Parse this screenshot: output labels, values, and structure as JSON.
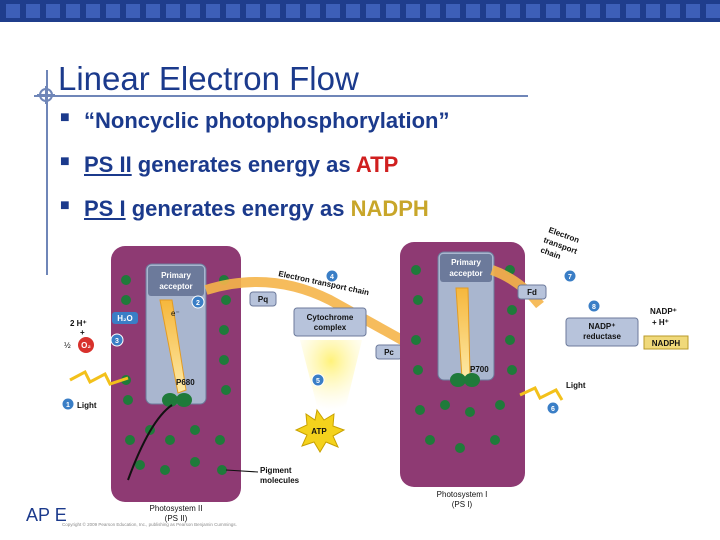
{
  "slide": {
    "title": "Linear Electron Flow",
    "bullets": [
      {
        "pre": "",
        "u": "",
        "mid": "“Noncyclic photophosphorylation”",
        "hl": ""
      },
      {
        "pre": "",
        "u": "PS II",
        "mid": " generates energy as ",
        "hl": "ATP"
      },
      {
        "pre": "",
        "u": "PS I",
        "mid": " generates energy as ",
        "hl": "NADPH"
      }
    ],
    "footer": "AP E"
  },
  "diagram": {
    "ps2": {
      "primary_acceptor_1": "Primary",
      "primary_acceptor_2": "acceptor",
      "p680": "P680",
      "name_1": "Photosystem II",
      "name_2": "(PS II)"
    },
    "ps1": {
      "primary_acceptor_1": "Primary",
      "primary_acceptor_2": "acceptor",
      "p700": "P700",
      "name_1": "Photosystem I",
      "name_2": "(PS I)"
    },
    "etc_label": "Electron transport chain",
    "etc2_label_1": "Electron",
    "etc2_label_2": "transport",
    "etc2_label_3": "chain",
    "pq": "Pq",
    "pc": "Pc",
    "fd": "Fd",
    "cytochrome_1": "Cytochrome",
    "cytochrome_2": "complex",
    "nadp_reductase_1": "NADP⁺",
    "nadp_reductase_2": "reductase",
    "nadp_in_1": "NADP⁺",
    "nadp_in_2": "+ H⁺",
    "nadph": "NADPH",
    "atp": "ATP",
    "light_left": "Light",
    "light_right": "Light",
    "h2o": "H₂O",
    "h_plus": "2 H⁺",
    "plus": "+",
    "half": "½",
    "o2": "O₂",
    "electron": "e⁻",
    "pigment_1": "Pigment",
    "pigment_2": "molecules",
    "copyright": "Copyright © 2009 Pearson Education, Inc., publishing as Pearson Benjamin Cummings.",
    "steps": [
      "1",
      "2",
      "3",
      "4",
      "5",
      "6",
      "7",
      "8"
    ]
  },
  "colors": {
    "title_blue": "#1b3a8c",
    "atp_red": "#d01f1f",
    "nadph_gold": "#c8a62a",
    "thylakoid_purple": "#8e3a73",
    "chlorophyll_green": "#1f7a3a"
  }
}
